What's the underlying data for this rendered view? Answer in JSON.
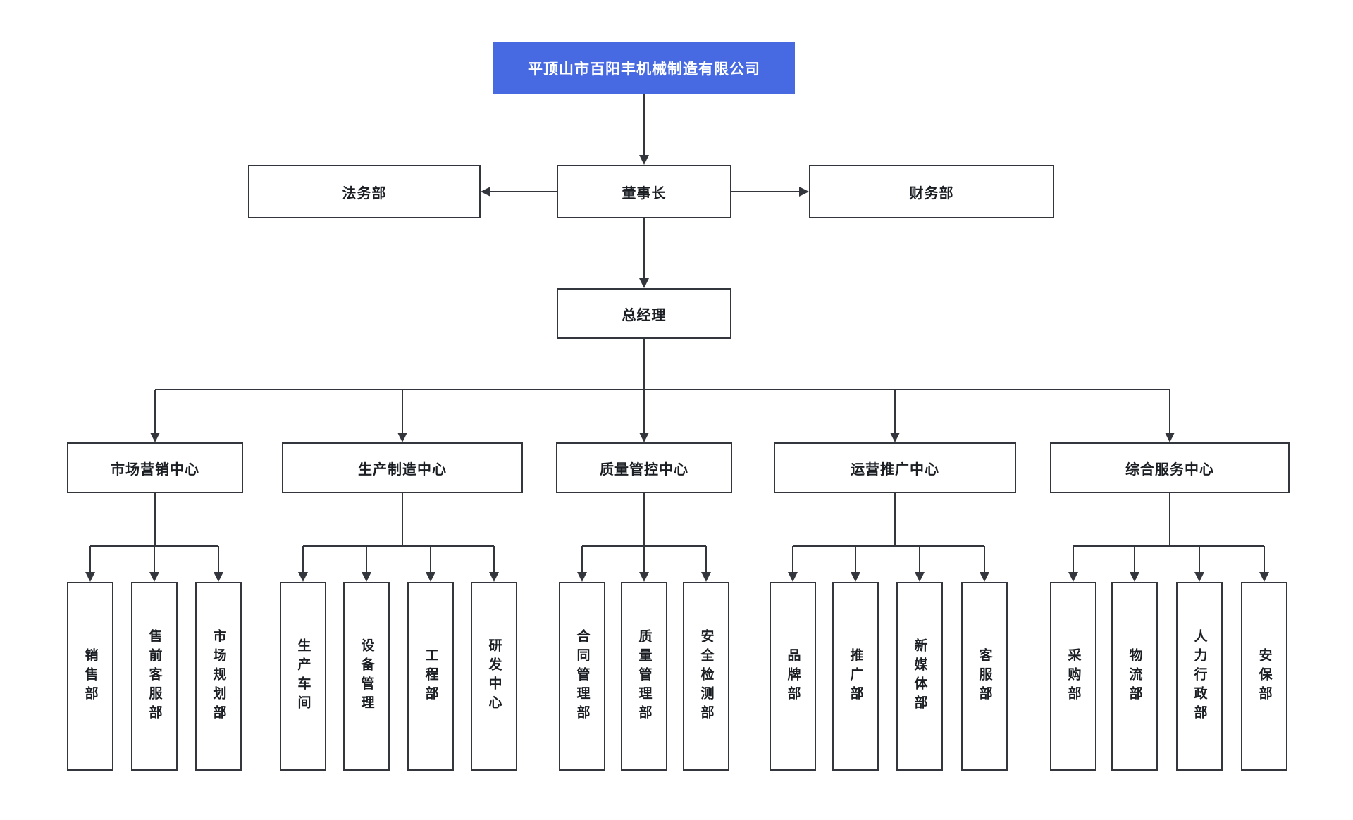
{
  "diagram": {
    "company": {
      "label": "平顶山市百阳丰机械制造有限公司"
    },
    "chairman": {
      "label": "董事长"
    },
    "legal_dept": {
      "label": "法务部"
    },
    "finance_dept": {
      "label": "财务部"
    },
    "general_manager": {
      "label": "总经理"
    },
    "centers": [
      {
        "id": "marketing",
        "label": "市场营销中心",
        "children": [
          "销售部",
          "售前客服部",
          "市场规划部"
        ]
      },
      {
        "id": "production",
        "label": "生产制造中心",
        "children": [
          "生产车间",
          "设备管理",
          "工程部",
          "研发中心"
        ]
      },
      {
        "id": "quality",
        "label": "质量管控中心",
        "children": [
          "合同管理部",
          "质量管理部",
          "安全检测部"
        ]
      },
      {
        "id": "operations",
        "label": "运营推广中心",
        "children": [
          "品牌部",
          "推广部",
          "新媒体部",
          "客服部"
        ]
      },
      {
        "id": "services",
        "label": "综合服务中心",
        "children": [
          "采购部",
          "物流部",
          "人力行政部",
          "安保部"
        ]
      }
    ],
    "colors": {
      "root_fill": "#4769e1",
      "root_text": "#ffffff",
      "line": "#33363c",
      "node_border": "#33363c",
      "node_text": "#1b1f24",
      "background": "#ffffff"
    }
  }
}
